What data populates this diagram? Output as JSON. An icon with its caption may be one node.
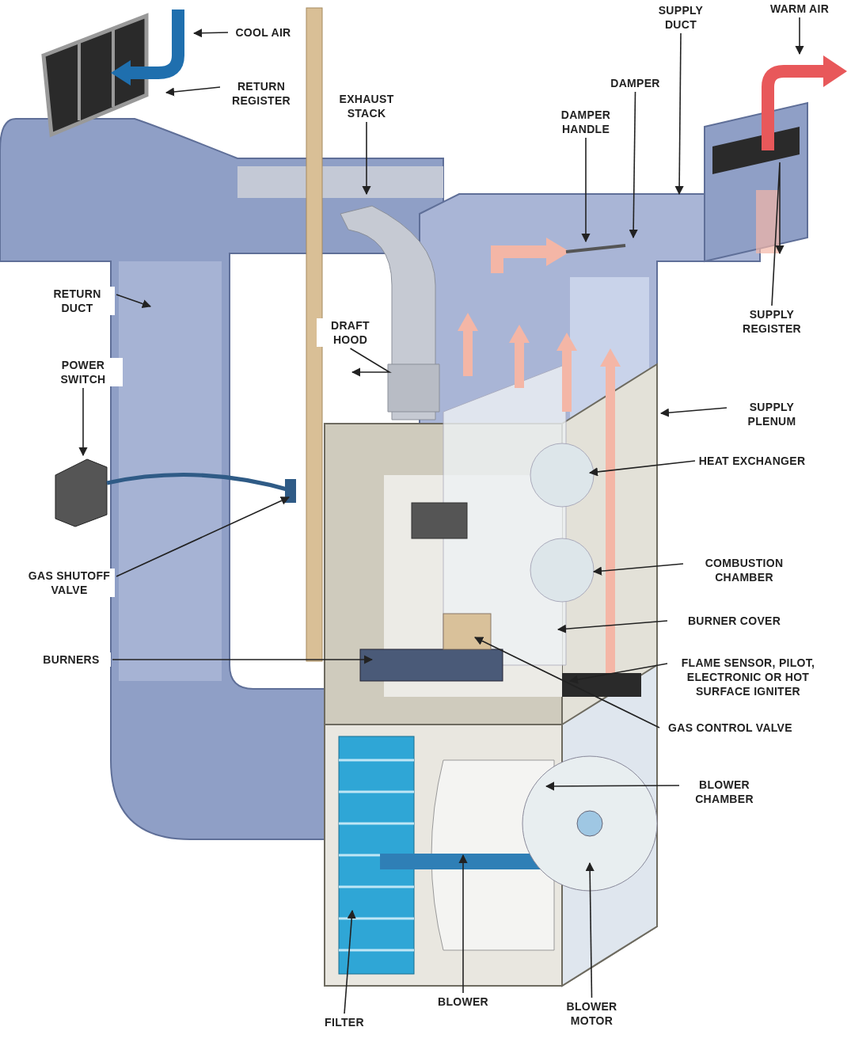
{
  "diagram": {
    "nodes": [
      {
        "text": [
          "COOL AIR"
        ]
      },
      {
        "text": [
          "SUPPLY DUCT"
        ]
      },
      {
        "text": [
          "WARM AIR"
        ]
      },
      {
        "text": [
          "DAMPER"
        ]
      },
      {
        "text": [
          "RETURN REGISTER"
        ]
      },
      {
        "text": [
          "EXHAUST STACK"
        ]
      },
      {
        "text": [
          "DAMPER HANDLE"
        ]
      },
      {
        "text": [
          "RETURN DUCT"
        ]
      },
      {
        "text": [
          "SUPPLY REGISTER"
        ]
      },
      {
        "text": [
          "DRAFT HOOD"
        ]
      },
      {
        "text": [
          "POWER SWITCH"
        ]
      },
      {
        "text": [
          "SUPPLY PLENUM"
        ]
      },
      {
        "text": [
          "HEAT EXCHANGER"
        ]
      },
      {
        "text": [
          "GAS SHUTOFF VALVE"
        ]
      },
      {
        "text": [
          "COMBUSTION CHAMBER"
        ]
      },
      {
        "text": [
          "BURNER COVER"
        ]
      },
      {
        "text": [
          "BURNERS"
        ]
      },
      {
        "text": [
          "FLAME SENSOR, PILOT, ELECTRONIC OR HOT SURFACE IGNITER"
        ]
      },
      {
        "text": [
          "GAS CONTROL VALVE"
        ]
      },
      {
        "text": [
          "BLOWER CHAMBER"
        ]
      },
      {
        "text": [
          "BLOWER MOTOR"
        ]
      },
      {
        "text": [
          "FILTER"
        ]
      },
      {
        "text": [
          "BLOWER"
        ]
      }
    ],
    "edges": [
      {
        "from": 0,
        "to": null,
        "arrow": "to"
      },
      {
        "from": 1,
        "to": null,
        "arrow": "to"
      },
      {
        "from": 2,
        "to": null,
        "arrow": "to"
      },
      {
        "from": 3,
        "to": null,
        "arrow": "to"
      },
      {
        "from": 4,
        "to": null,
        "arrow": "to"
      },
      {
        "from": 5,
        "to": null,
        "arrow": "to"
      },
      {
        "from": 6,
        "to": null,
        "arrow": "to"
      },
      {
        "from": 7,
        "to": null,
        "arrow": "to"
      },
      {
        "from": 8,
        "to": null,
        "arrow": "to"
      },
      {
        "from": 9,
        "to": null,
        "arrow": "to"
      },
      {
        "from": 10,
        "to": null,
        "arrow": "to"
      },
      {
        "from": 11,
        "to": null,
        "arrow": "to"
      },
      {
        "from": 12,
        "to": null,
        "arrow": "to"
      },
      {
        "from": 13,
        "to": null,
        "arrow": "to"
      },
      {
        "from": 14,
        "to": null,
        "arrow": "to"
      },
      {
        "from": 15,
        "to": null,
        "arrow": "to"
      },
      {
        "from": 16,
        "to": null,
        "arrow": "to"
      },
      {
        "from": 17,
        "to": null,
        "arrow": "to"
      },
      {
        "from": 18,
        "to": null,
        "arrow": "to"
      },
      {
        "from": 19,
        "to": null,
        "arrow": "to"
      },
      {
        "from": 20,
        "to": null,
        "arrow": "to"
      },
      {
        "from": 21,
        "to": null,
        "arrow": "to"
      },
      {
        "from": 22,
        "to": null,
        "arrow": "to"
      }
    ]
  }
}
